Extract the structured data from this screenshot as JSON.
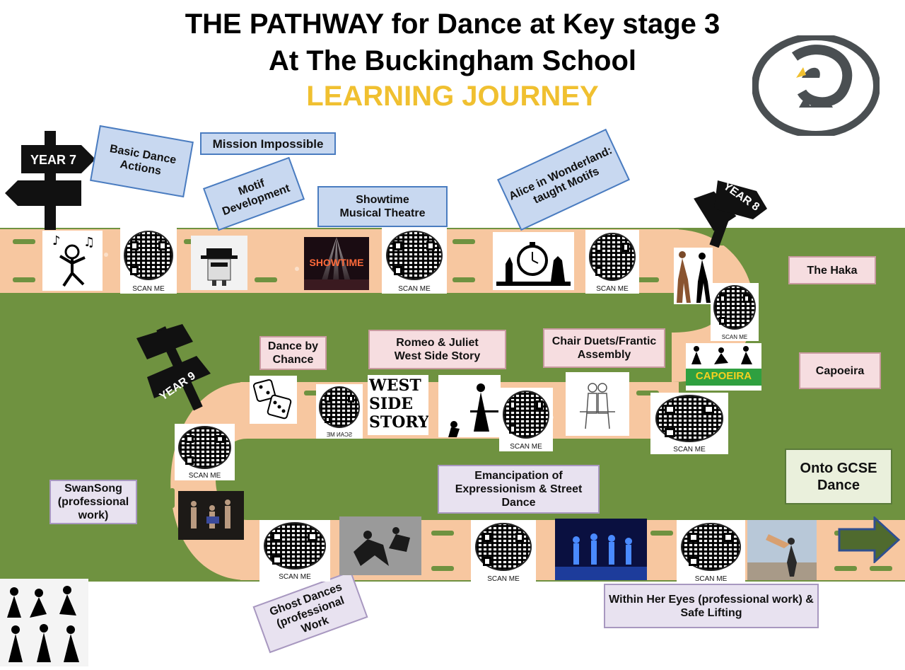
{
  "title": {
    "line1": "THE PATHWAY for Dance at Key stage 3",
    "line2": "At The Buckingham School",
    "line3": "LEARNING JOURNEY"
  },
  "signs": {
    "year7": "YEAR 7",
    "year8": "YEAR 8",
    "year9": "YEAR 9"
  },
  "topics": {
    "basic_dance": "Basic Dance Actions",
    "mission": "Mission Impossible",
    "motif": "Motif Development",
    "showtime": "Showtime\nMusical Theatre",
    "alice": "Alice in Wonderland: taught Motifs",
    "haka": "The Haka",
    "capoeira": "Capoeira",
    "chance": "Dance by Chance",
    "romeo": "Romeo & Juliet\nWest Side Story",
    "chair": "Chair Duets/Frantic Assembly",
    "swansong": "SwanSong (professional work)",
    "emancipation": "Emancipation of Expressionism & Street Dance",
    "ghost": "Ghost Dances (professional Work",
    "within": "Within Her Eyes (professional work) & Safe Lifting",
    "gcse": "Onto GCSE Dance"
  },
  "images": {
    "showtime_sign": "SHOWTIME",
    "westside": "WEST SIDE STORY",
    "capoeira_text": "CAPOEIRA"
  },
  "qr_label": "SCAN ME",
  "qr_label_flipped": "SCAN ME",
  "colors": {
    "grass": "#6f9240",
    "road": "#f7c7a0",
    "gold": "#f0c030"
  },
  "icons": {
    "logo": "swan-crown-logo",
    "arrow": "right-arrow-icon"
  }
}
